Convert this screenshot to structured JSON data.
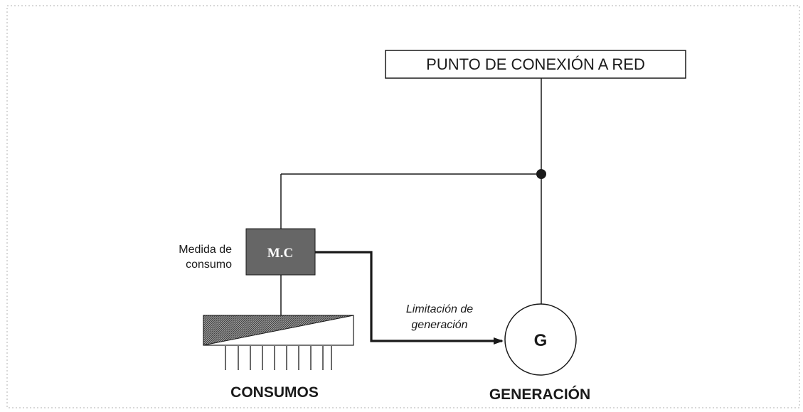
{
  "grid_connection": {
    "label": "PUNTO DE CONEXIÓN A RED"
  },
  "meter": {
    "label": "M.C",
    "caption_line1": "Medida de",
    "caption_line2": "consumo"
  },
  "limitation": {
    "line1": "Limitación de",
    "line2": "generación"
  },
  "generator": {
    "symbol": "G",
    "caption": "GENERACIÓN"
  },
  "loads": {
    "caption": "CONSUMOS"
  },
  "colors": {
    "line": "#1a1a1a",
    "meter_fill": "#666666",
    "meter_text": "#ffffff",
    "hatch": "#555555",
    "frame": "#b0b0b0"
  }
}
